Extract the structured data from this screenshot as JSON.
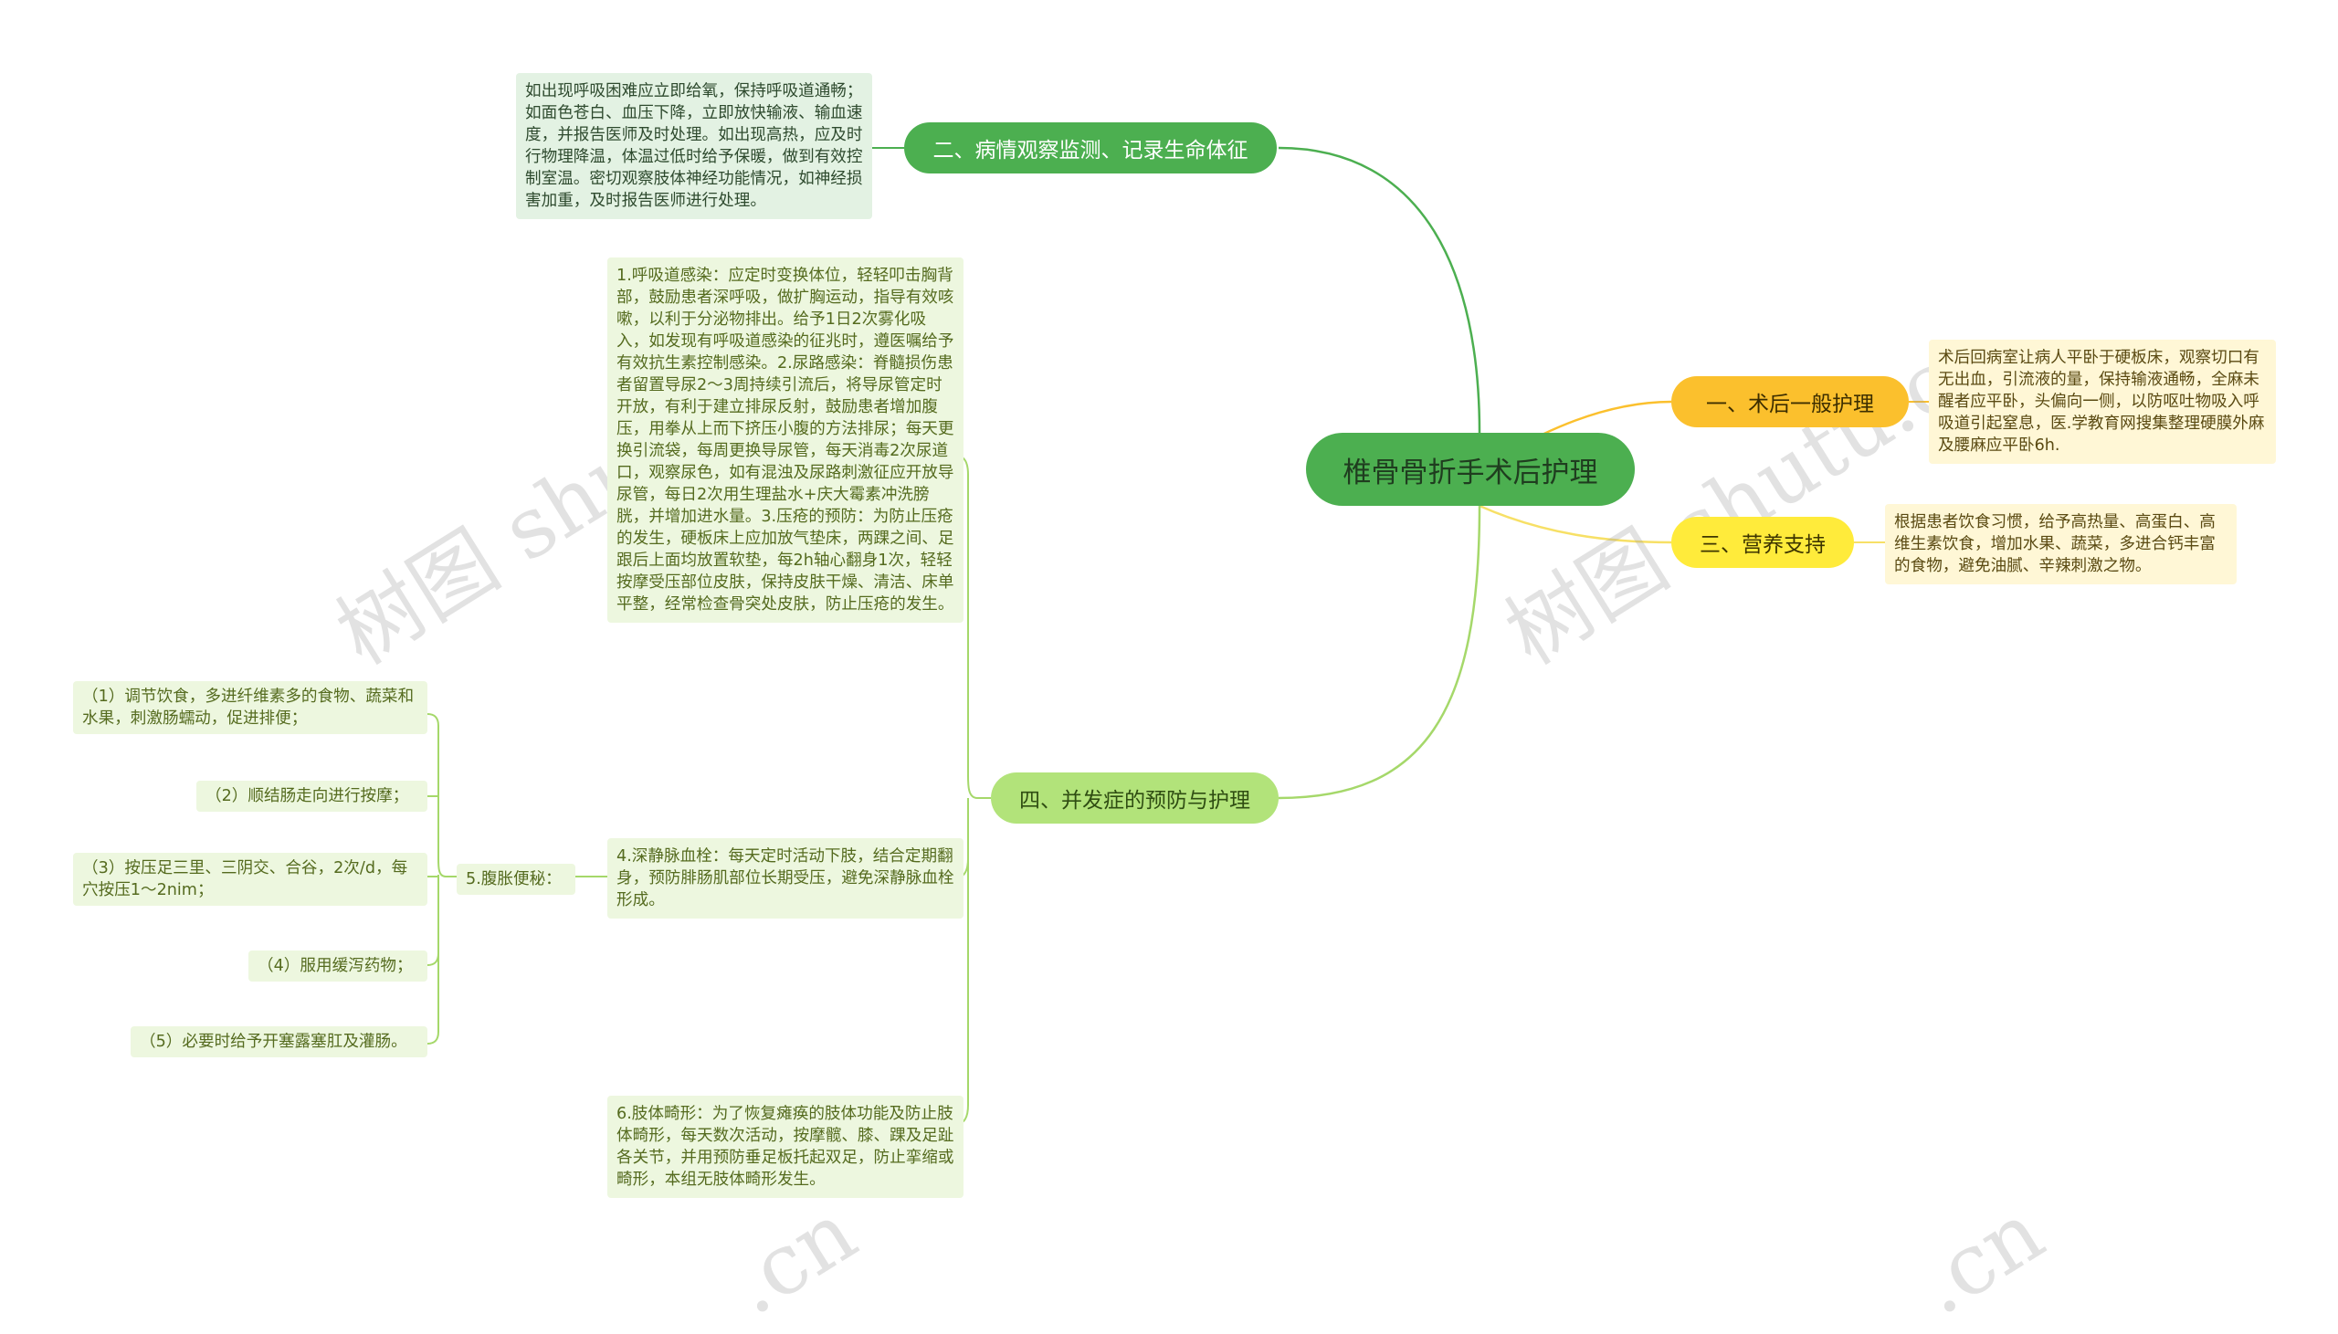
{
  "root": {
    "label": "椎骨骨折手术后护理"
  },
  "branches": {
    "b1": {
      "label": "一、术后一般护理"
    },
    "b2": {
      "label": "二、病情观察监测、记录生命体征"
    },
    "b3": {
      "label": "三、营养支持"
    },
    "b4": {
      "label": "四、并发症的预防与护理"
    }
  },
  "notes": {
    "n1": "术后回病室让病人平卧于硬板床，观察切口有无出血，引流液的量，保持输液通畅，全麻未醒者应平卧，头偏向一侧，以防呕吐物吸入呼吸道引起窒息，医.学教育网搜集整理硬膜外麻及腰麻应平卧6h.",
    "n2": "如出现呼吸困难应立即给氧，保持呼吸道通畅；如面色苍白、血压下降，立即放快输液、输血速度，并报告医师及时处理。如出现高热，应及时行物理降温，体温过低时给予保暖，做到有效控制室温。密切观察肢体神经功能情况，如神经损害加重，及时报告医师进行处理。",
    "n3": "根据患者饮食习惯，给予高热量、高蛋白、高维生素饮食，增加水果、蔬菜，多进合钙丰富的食物，避免油腻、辛辣刺激之物。",
    "n4a": "1.呼吸道感染：应定时变换体位，轻轻叩击胸背部，鼓励患者深呼吸，做扩胸运动，指导有效咳嗽，以利于分泌物排出。给予1日2次雾化吸入，如发现有呼吸道感染的征兆时，遵医嘱给予有效抗生素控制感染。2.尿路感染：脊髓损伤患者留置导尿2～3周持续引流后，将导尿管定时开放，有利于建立排尿反射，鼓励患者增加腹压，用拳从上而下挤压小腹的方法排尿；每天更换引流袋，每周更换导尿管，每天消毒2次尿道口，观察尿色，如有混浊及尿路刺激征应开放导尿管，每日2次用生理盐水+庆大霉素冲洗膀胱，并增加进水量。3.压疮的预防：为防止压疮的发生，硬板床上应加放气垫床，两踝之间、足跟后上面均放置软垫，每2h轴心翻身1次，轻轻按摩受压部位皮肤，保持皮肤干燥、清洁、床单平整，经常检查骨突处皮肤，防止压疮的发生。",
    "n4b": "4.深静脉血栓：每天定时活动下肢，结合定期翻身，预防腓肠肌部位长期受压，避免深静脉血栓形成。",
    "n4c": "6.肢体畸形：为了恢复瘫痪的肢体功能及防止肢体畸形，每天数次活动，按摩髋、膝、踝及足趾各关节，并用预防垂足板托起双足，防止挛缩或畸形，本组无肢体畸形发生。"
  },
  "constipation": {
    "label": "5.腹胀便秘：",
    "items": [
      "（1）调节饮食，多进纤维素多的食物、蔬菜和水果，刺激肠蠕动，促进排便；",
      "（2）顺结肠走向进行按摩；",
      "（3）按压足三里、三阴交、合谷，2次/d，每穴按压1～2nim；",
      "（4）服用缓泻药物；",
      "（5）必要时给予开塞露塞肛及灌肠。"
    ]
  },
  "watermarks": [
    "树图 shutu.cn",
    "树图 shutu.cn",
    ".cn",
    ".cn"
  ],
  "colors": {
    "green": "#4caf50",
    "yellow": "#fbc02d",
    "yellow_light": "#ffeb3b",
    "lime": "#b2e37a",
    "line_green": "#4caf50",
    "line_yellow": "#fbc02d",
    "line_lime": "#a5d86a"
  }
}
